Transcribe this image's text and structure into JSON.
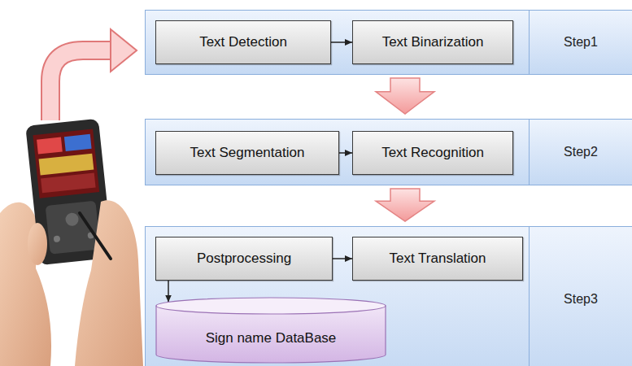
{
  "diagram": {
    "nodes": [
      {
        "text": [
          "Step1"
        ]
      },
      {
        "text": [
          "Text Detection"
        ],
        "in": 0
      },
      {
        "text": [
          "Text Binarization"
        ],
        "in": 0
      },
      {
        "text": [
          "Step2"
        ]
      },
      {
        "text": [
          "Text Segmentation"
        ],
        "in": 3
      },
      {
        "text": [
          "Text Recognition"
        ],
        "in": 3
      },
      {
        "text": [
          "Step3"
        ]
      },
      {
        "text": [
          "Postprocessing"
        ],
        "in": 6
      },
      {
        "text": [
          "Text Translation"
        ],
        "in": 6
      },
      {
        "text": [
          "Sign name DataBase"
        ],
        "in": 6
      }
    ],
    "edges": [
      {
        "from": 1,
        "to": 2,
        "arrow": "to"
      },
      {
        "from": 0,
        "to": 3,
        "arrow": "to"
      },
      {
        "from": 4,
        "to": 5,
        "arrow": "to"
      },
      {
        "from": 3,
        "to": 6,
        "arrow": "to"
      },
      {
        "from": 7,
        "to": 8,
        "arrow": "to"
      },
      {
        "from": 7,
        "to": 9,
        "arrow": "to"
      }
    ]
  }
}
